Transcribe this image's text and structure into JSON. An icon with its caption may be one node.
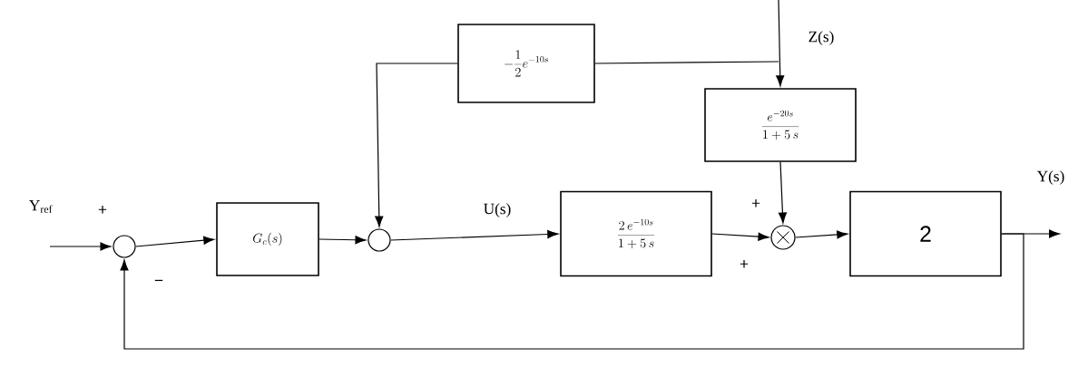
{
  "diagram": {
    "nodes": [
      {
        "text": [],
        "shape": "circle"
      },
      {
        "text": [
          "G_c(s)"
        ]
      },
      {
        "text": [],
        "shape": "circle"
      },
      {
        "text": [
          "\\frac{2\\,e^{-10s}}{1+5\\,s}"
        ]
      },
      {
        "text": [
          "-\\frac{1}{2}e^{-10s}"
        ]
      },
      {
        "text": [
          "\\frac{e^{-20s}}{1+5\\,s}"
        ]
      },
      {
        "text": [],
        "shape": "circle"
      },
      {
        "text": [
          "2"
        ]
      }
    ],
    "edges": [
      {
        "from": null,
        "to": 0,
        "arrow": "to",
        "label": "Y$_{ref}$"
      },
      {
        "from": 0,
        "to": 1,
        "arrow": "to"
      },
      {
        "from": 1,
        "to": 2,
        "arrow": "to"
      },
      {
        "from": 2,
        "to": 3,
        "arrow": "to",
        "label": "U(s)"
      },
      {
        "from": 3,
        "to": 6,
        "arrow": "to"
      },
      {
        "from": 5,
        "to": 6,
        "arrow": "to"
      },
      {
        "from": 6,
        "to": 7,
        "arrow": "to"
      },
      {
        "from": 7,
        "to": null,
        "arrow": "to",
        "label": "Y(s)"
      },
      {
        "from": 7,
        "to": 0,
        "arrow": "to"
      },
      {
        "from": null,
        "to": 5,
        "arrow": "to",
        "label": "Z(s)"
      },
      {
        "from": 4,
        "to": 2,
        "arrow": "to"
      },
      {
        "from": null,
        "to": 4,
        "arrow": "none"
      }
    ],
    "labels": [
      "+",
      "−",
      "+",
      "+"
    ]
  }
}
